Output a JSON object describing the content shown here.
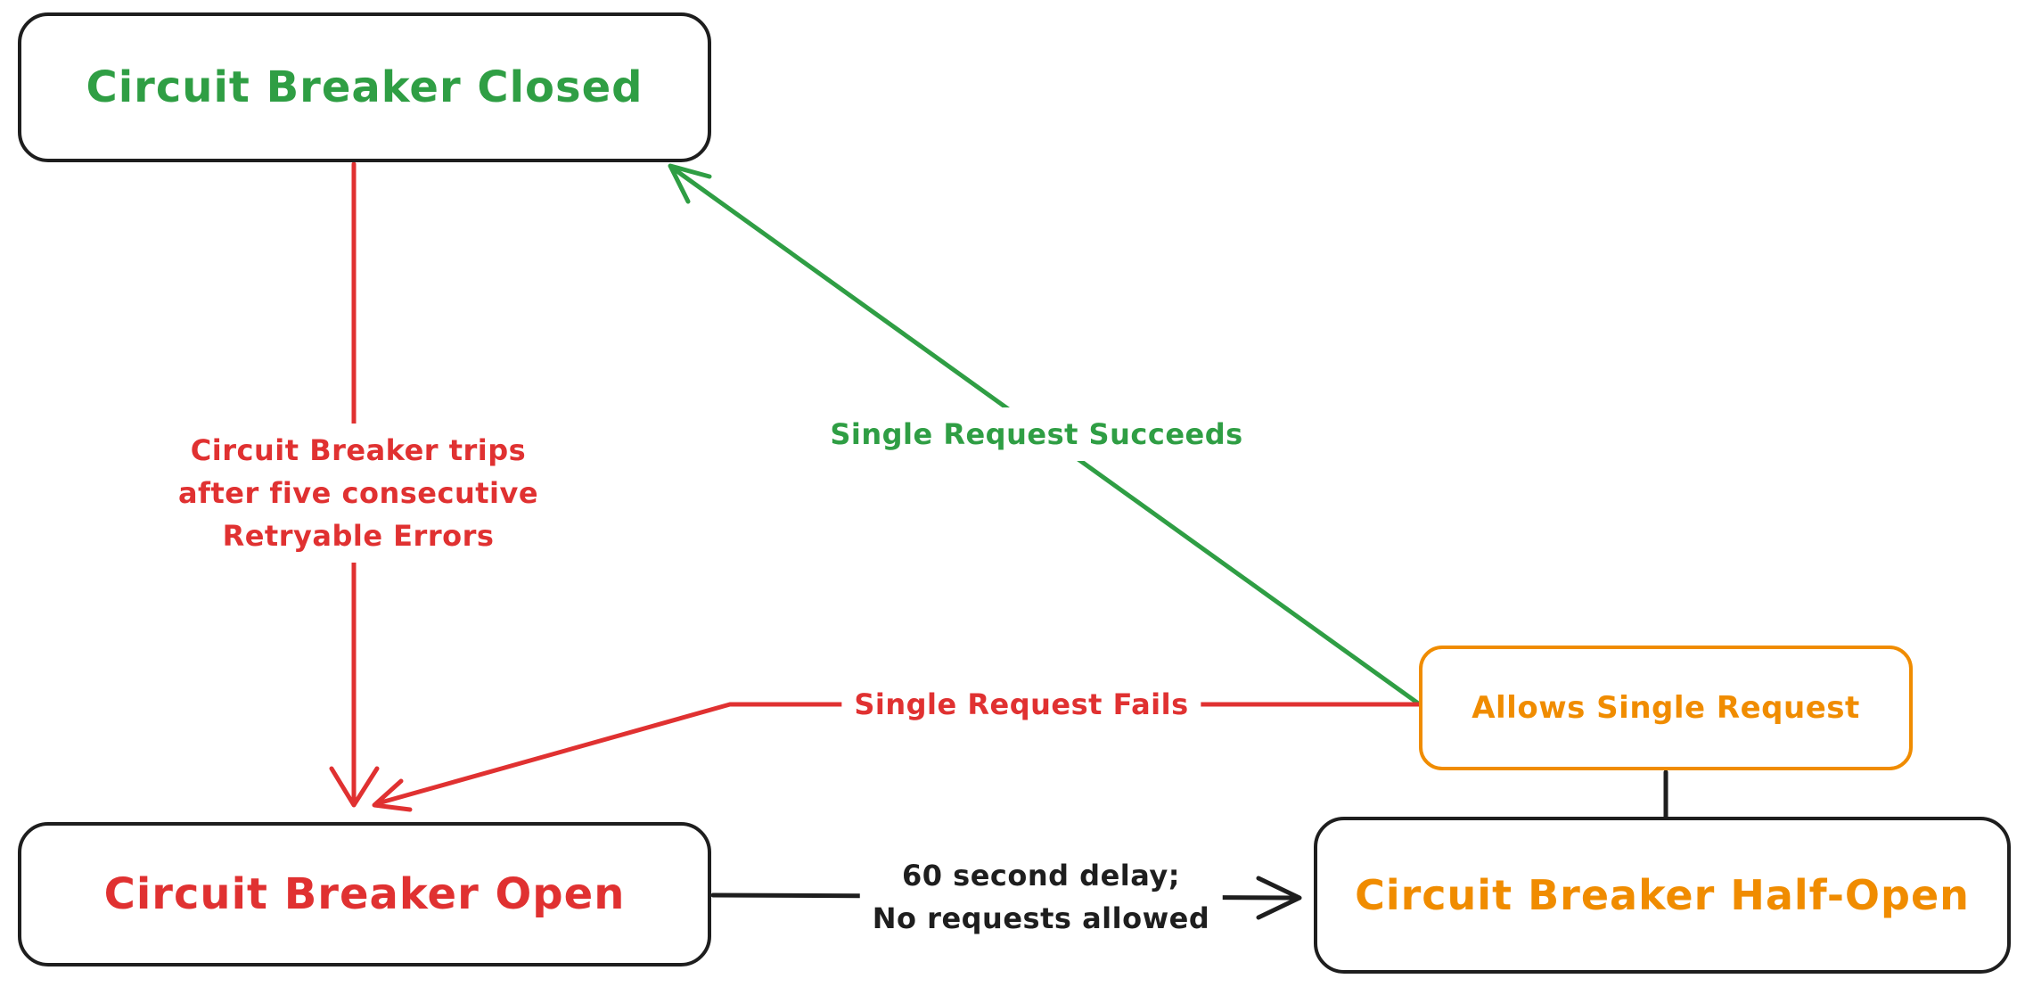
{
  "colors": {
    "green": "#2f9e44",
    "red": "#e03131",
    "orange": "#f08c00",
    "black": "#1e1e1e",
    "background": "#ffffff"
  },
  "nodes": {
    "closed": {
      "label": "Circuit Breaker Closed"
    },
    "open": {
      "label": "Circuit Breaker Open"
    },
    "half_open": {
      "label": "Circuit Breaker Half-Open"
    },
    "allows_single_request": {
      "label": "Allows Single Request"
    }
  },
  "edges": {
    "trip": {
      "from": "closed",
      "to": "open",
      "label_lines": [
        "Circuit Breaker trips",
        "after five consecutive",
        "Retryable Errors"
      ]
    },
    "single_request_succeeds": {
      "from": "allows_single_request",
      "to": "closed",
      "label": "Single Request Succeeds"
    },
    "single_request_fails": {
      "from": "allows_single_request",
      "to": "open",
      "label": "Single Request Fails"
    },
    "delay": {
      "from": "open",
      "to": "half_open",
      "label_lines": [
        "60 second delay;",
        "No requests allowed"
      ]
    },
    "half_open_connector": {
      "from": "allows_single_request",
      "to": "half_open"
    }
  }
}
